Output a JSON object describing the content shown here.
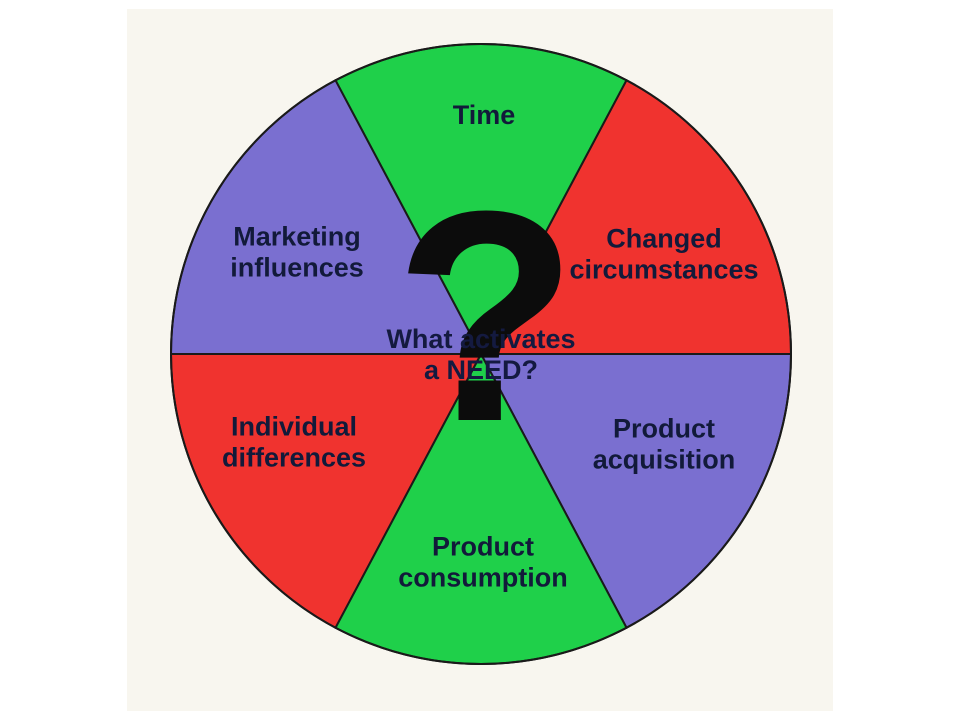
{
  "center": {
    "question_mark": "?",
    "line1": "What activates",
    "line2": "a NEED?"
  },
  "segments": [
    {
      "id": "time",
      "lines": [
        "Time"
      ],
      "color": "#1fd04a"
    },
    {
      "id": "changed-circumstances",
      "lines": [
        "Changed",
        "circumstances"
      ],
      "color": "#f0332f"
    },
    {
      "id": "product-acquisition",
      "lines": [
        "Product",
        "acquisition"
      ],
      "color": "#7a6fd0"
    },
    {
      "id": "product-consumption",
      "lines": [
        "Product",
        "consumption"
      ],
      "color": "#1fd04a"
    },
    {
      "id": "individual-differences",
      "lines": [
        "Individual",
        "differences"
      ],
      "color": "#f0332f"
    },
    {
      "id": "marketing-influences",
      "lines": [
        "Marketing",
        "influences"
      ],
      "color": "#7a6fd0"
    }
  ],
  "colors": {
    "outline": "#1a1a1a",
    "text": "#121a3a",
    "scan_background": "#f8f6ef"
  }
}
